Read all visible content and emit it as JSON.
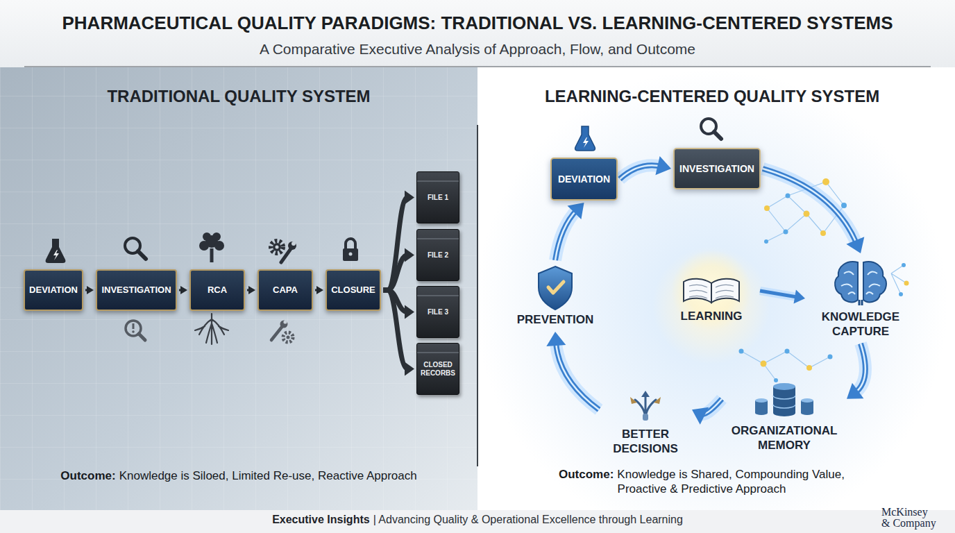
{
  "diagram": {
    "title": "PHARMACEUTICAL QUALITY PARADIGMS: TRADITIONAL VS. LEARNING-CENTERED SYSTEMS",
    "nodes": [
      {
        "text": [
          "TRADITIONAL QUALITY SYSTEM",
          "Outcome:",
          "Knowledge is Siloed, Limited Re-use, Reactive Approach"
        ]
      },
      {
        "text": [
          "DEVIATION"
        ],
        "in": 0
      },
      {
        "text": [
          "INVESTIGATION"
        ],
        "in": 0
      },
      {
        "text": [
          "RCA"
        ],
        "in": 0
      },
      {
        "text": [
          "CAPA"
        ],
        "in": 0
      },
      {
        "text": [
          "CLOSURE"
        ],
        "in": 0
      },
      {
        "text": [
          "FILE 1"
        ],
        "in": 0
      },
      {
        "text": [
          "FILE 2"
        ],
        "in": 0
      },
      {
        "text": [
          "FILE 3"
        ],
        "in": 0
      },
      {
        "text": [
          "CLOSED RECORBS"
        ],
        "in": 0
      },
      {
        "text": [
          "LEARNING-CENTERED QUALITY SYSTEM",
          "Outcome:",
          "Knowledge is Shared, Compounding Value, Proactive & Predictive Approach"
        ]
      },
      {
        "text": [
          "DEVIATION"
        ],
        "in": 10
      },
      {
        "text": [
          "INVESTIGATION"
        ],
        "in": 10
      },
      {
        "text": [
          "KNOWLEDGE CAPTURE"
        ],
        "in": 10
      },
      {
        "text": [
          "ORGANIZATIONAL MEMORY"
        ],
        "in": 10
      },
      {
        "text": [
          "BETTER DECISIONS"
        ],
        "in": 10
      },
      {
        "text": [
          "PREVENTION"
        ],
        "in": 10
      },
      {
        "text": [
          "LEARNING"
        ],
        "in": 10
      }
    ],
    "edges": [
      {
        "from": 1,
        "to": 2,
        "arrow": "to"
      },
      {
        "from": 2,
        "to": 3,
        "arrow": "to"
      },
      {
        "from": 3,
        "to": 4,
        "arrow": "to"
      },
      {
        "from": 4,
        "to": 5,
        "arrow": "to"
      },
      {
        "from": 5,
        "to": 6,
        "arrow": "to"
      },
      {
        "from": 5,
        "to": 7,
        "arrow": "to"
      },
      {
        "from": 5,
        "to": 8,
        "arrow": "to"
      },
      {
        "from": 5,
        "to": 9,
        "arrow": "to"
      },
      {
        "from": 11,
        "to": 12,
        "arrow": "to"
      },
      {
        "from": 12,
        "to": 13,
        "arrow": "to"
      },
      {
        "from": 13,
        "to": 14,
        "arrow": "to"
      },
      {
        "from": 14,
        "to": 15,
        "arrow": "to"
      },
      {
        "from": 15,
        "to": 16,
        "arrow": "to"
      },
      {
        "from": 16,
        "to": 11,
        "arrow": "to"
      },
      {
        "from": 17,
        "to": 13,
        "arrow": "to"
      }
    ],
    "labels": [
      "A Comparative Executive Analysis of Approach, Flow, and Outcome",
      "Executive Insights",
      "| Advancing Quality & Operational Excellence through Learning",
      "McKinsey & Company"
    ]
  }
}
